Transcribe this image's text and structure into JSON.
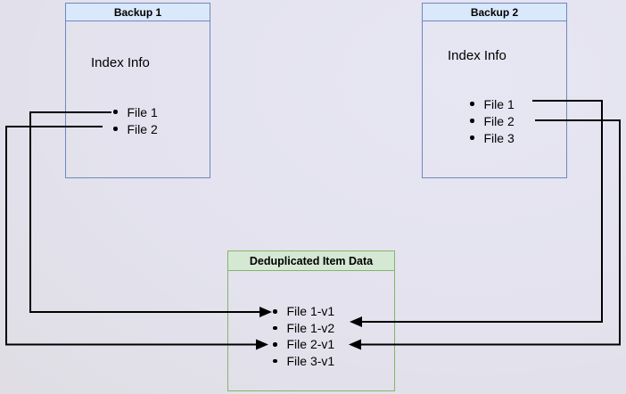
{
  "diagram": {
    "backup1": {
      "title": "Backup 1",
      "subtitle": "Index Info",
      "items": [
        "File 1",
        "File 2"
      ]
    },
    "backup2": {
      "title": "Backup 2",
      "subtitle": "Index Info",
      "items": [
        "File 1",
        "File 2",
        "File 3"
      ]
    },
    "dedup": {
      "title": "Deduplicated Item Data",
      "items": [
        "File 1-v1",
        "File 1-v2",
        "File 2-v1",
        "File 3-v1"
      ]
    },
    "connections": [
      {
        "from": "Backup 1 / File 1",
        "to": "Deduplicated Item Data / File 1-v1"
      },
      {
        "from": "Backup 1 / File 2",
        "to": "Deduplicated Item Data / File 2-v1"
      },
      {
        "from": "Backup 2 / File 1",
        "to": "Deduplicated Item Data / File 1-v2"
      },
      {
        "from": "Backup 2 / File 2",
        "to": "Deduplicated Item Data / File 2-v1"
      }
    ],
    "colors": {
      "blue_fill": "#dae8fc",
      "blue_border": "#6f88bd",
      "green_fill": "#d5e8d4",
      "green_border": "#84b568",
      "connector": "#000000",
      "text": "#000000"
    }
  }
}
